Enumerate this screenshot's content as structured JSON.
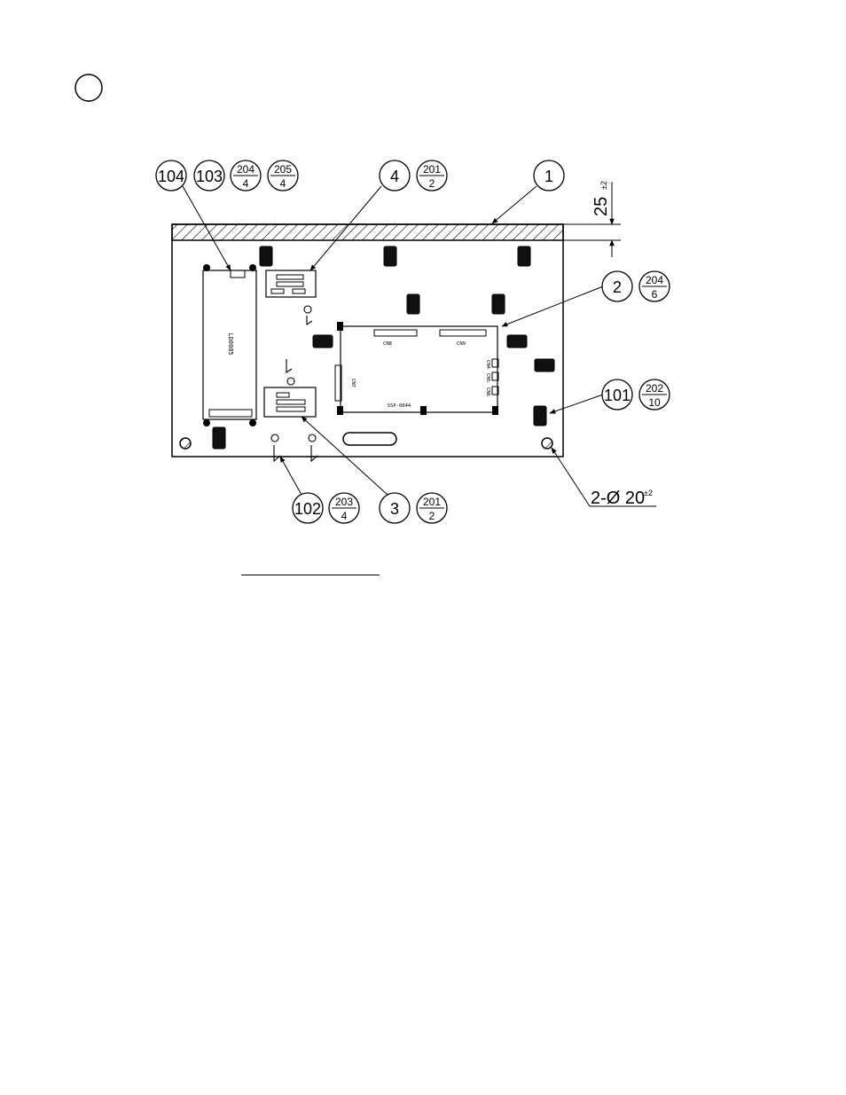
{
  "page": {
    "step_marker": ""
  },
  "balloons": {
    "b104": {
      "num": "104"
    },
    "b103": {
      "num": "103"
    },
    "b204": {
      "top": "204",
      "bottom": "4"
    },
    "b205": {
      "top": "205",
      "bottom": "4"
    },
    "b4": {
      "num": "4"
    },
    "b201a": {
      "top": "201",
      "bottom": "2"
    },
    "b1": {
      "num": "1"
    },
    "b2": {
      "num": "2"
    },
    "b204b": {
      "top": "204",
      "bottom": "6"
    },
    "b101": {
      "num": "101"
    },
    "b202": {
      "top": "202",
      "bottom": "10"
    },
    "b102": {
      "num": "102"
    },
    "b203": {
      "top": "203",
      "bottom": "4"
    },
    "b3": {
      "num": "3"
    },
    "b201b": {
      "top": "201",
      "bottom": "2"
    }
  },
  "dimensions": {
    "top_offset": {
      "value": "25",
      "tol": "±2"
    },
    "holes": {
      "value": "2-Ø 20",
      "tol": "±2"
    }
  },
  "pcb_labels": {
    "left_board": "LD0085",
    "main_board": "SSP-0044",
    "cn8": "CN8",
    "cn9": "CN9",
    "cn7": "CN7",
    "cn4": "CN4",
    "cn5": "CN5",
    "cn6": "CN6"
  }
}
